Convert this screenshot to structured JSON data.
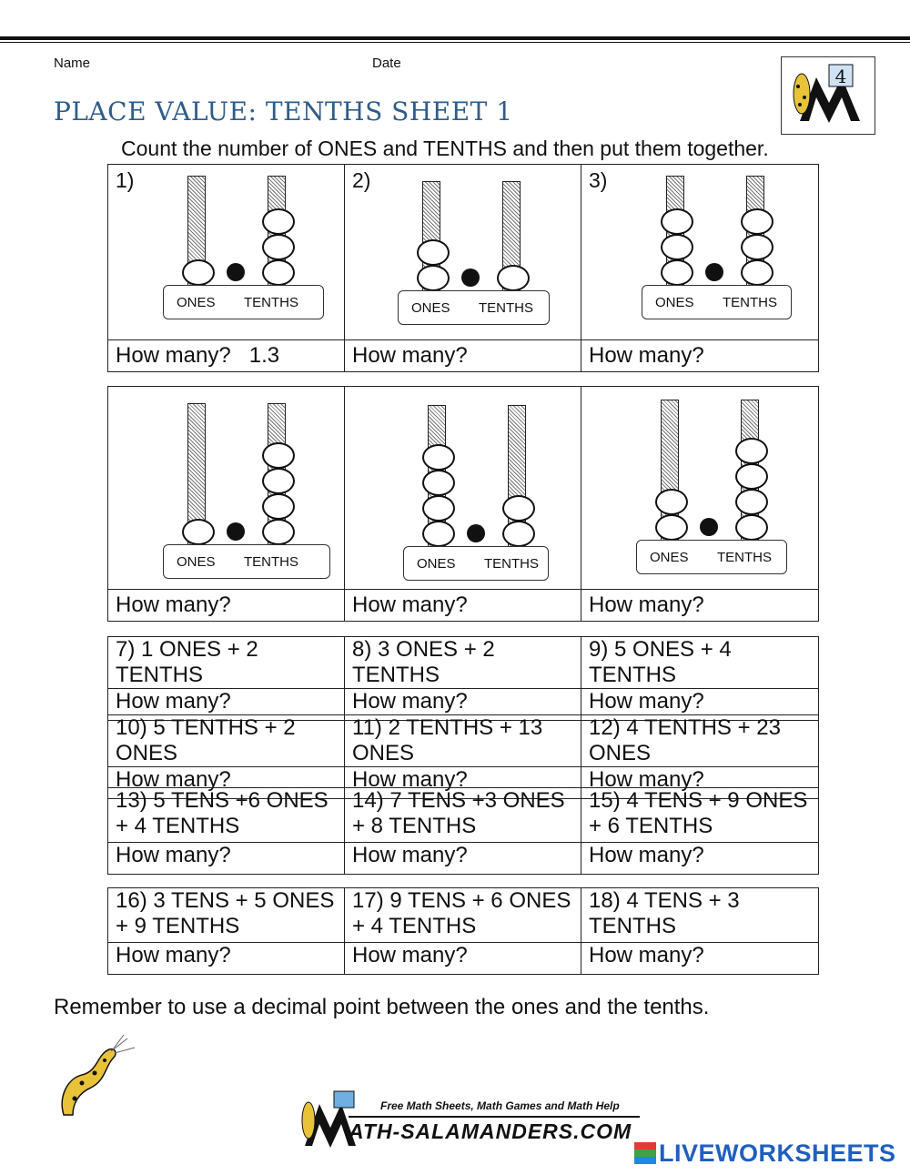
{
  "header": {
    "name_label": "Name",
    "date_label": "Date",
    "title": "PLACE VALUE: TENTHS SHEET 1",
    "instruction": "Count the number of ONES and TENTHS and then put them together.",
    "logo_number": "4"
  },
  "abacus_labels": {
    "ones": "ONES",
    "tenths": "TENTHS"
  },
  "abacus_rows": [
    {
      "items": [
        {
          "number": "1)",
          "ones": 1,
          "tenths": 3,
          "answer": "1.3"
        },
        {
          "number": "2)",
          "ones": 2,
          "tenths": 1,
          "answer": ""
        },
        {
          "number": "3)",
          "ones": 3,
          "tenths": 3,
          "answer": ""
        }
      ]
    },
    {
      "items": [
        {
          "number": "",
          "ones": 1,
          "tenths": 4,
          "answer": ""
        },
        {
          "number": "",
          "ones": 4,
          "tenths": 2,
          "answer": ""
        },
        {
          "number": "",
          "ones": 2,
          "tenths": 4,
          "answer": ""
        }
      ]
    }
  ],
  "how_many_label": "How many?",
  "question_rows": [
    [
      "7) 1 ONES + 2 TENTHS",
      "8) 3 ONES + 2 TENTHS",
      "9) 5 ONES + 4 TENTHS"
    ],
    [
      "10) 5 TENTHS + 2 ONES",
      "11) 2 TENTHS + 13 ONES",
      "12) 4 TENTHS + 23 ONES"
    ],
    [
      "13) 5 TENS +6 ONES + 4 TENTHS",
      "14) 7 TENS +3 ONES + 8 TENTHS",
      "15) 4 TENS + 9 ONES + 6 TENTHS"
    ],
    [
      "16) 3 TENS + 5 ONES + 9 TENTHS",
      "17) 9 TENS + 6 ONES + 4 TENTHS",
      "18) 4 TENS + 3 TENTHS"
    ]
  ],
  "footer": {
    "reminder": "Remember to use a decimal point between the ones and the tenths.",
    "tagline": "Free Math Sheets, Math Games and Math Help",
    "site": "ATH-SALAMANDERS.COM",
    "brand": "LIVEWORKSHEETS"
  }
}
